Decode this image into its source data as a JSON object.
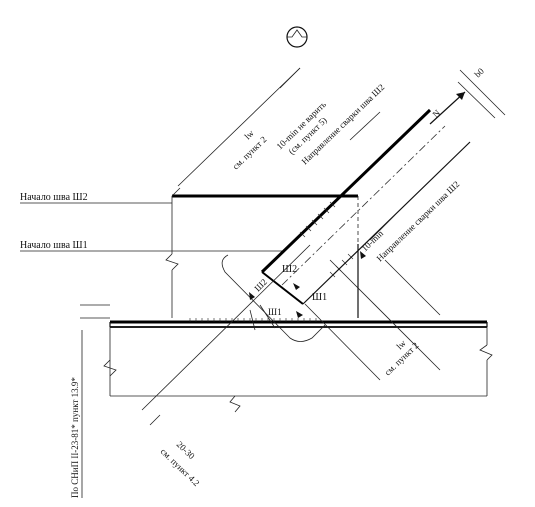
{
  "section_marker": "А",
  "labels": {
    "start_sh2": "Начало шва Ш2",
    "start_sh1": "Начало шва Ш1",
    "lw_top": "lw",
    "see_p2_top": "см. пункт 2",
    "ten_min_no_weld": "10-min не варить",
    "see_p5": "(см. пункт 5)",
    "weld_dir_sh2_a": "Направление сварки шва Ш2",
    "N": "N",
    "b0": "b0",
    "weld_dir_sh2_b": "Направление сварки шва Ш2",
    "ten_min": "10-min",
    "lw_bottom": "lw",
    "see_p2_bottom": "см. пункт 2",
    "dim_20_30": "20-30",
    "see_p42": "см. пункт 4.2",
    "snip": "По СНиП II-23-81* пункт 13.9*",
    "sh2_a": "Ш2",
    "sh2_b": "Ш2",
    "sh1_a": "Ш1",
    "sh1_b": "Ш1"
  }
}
